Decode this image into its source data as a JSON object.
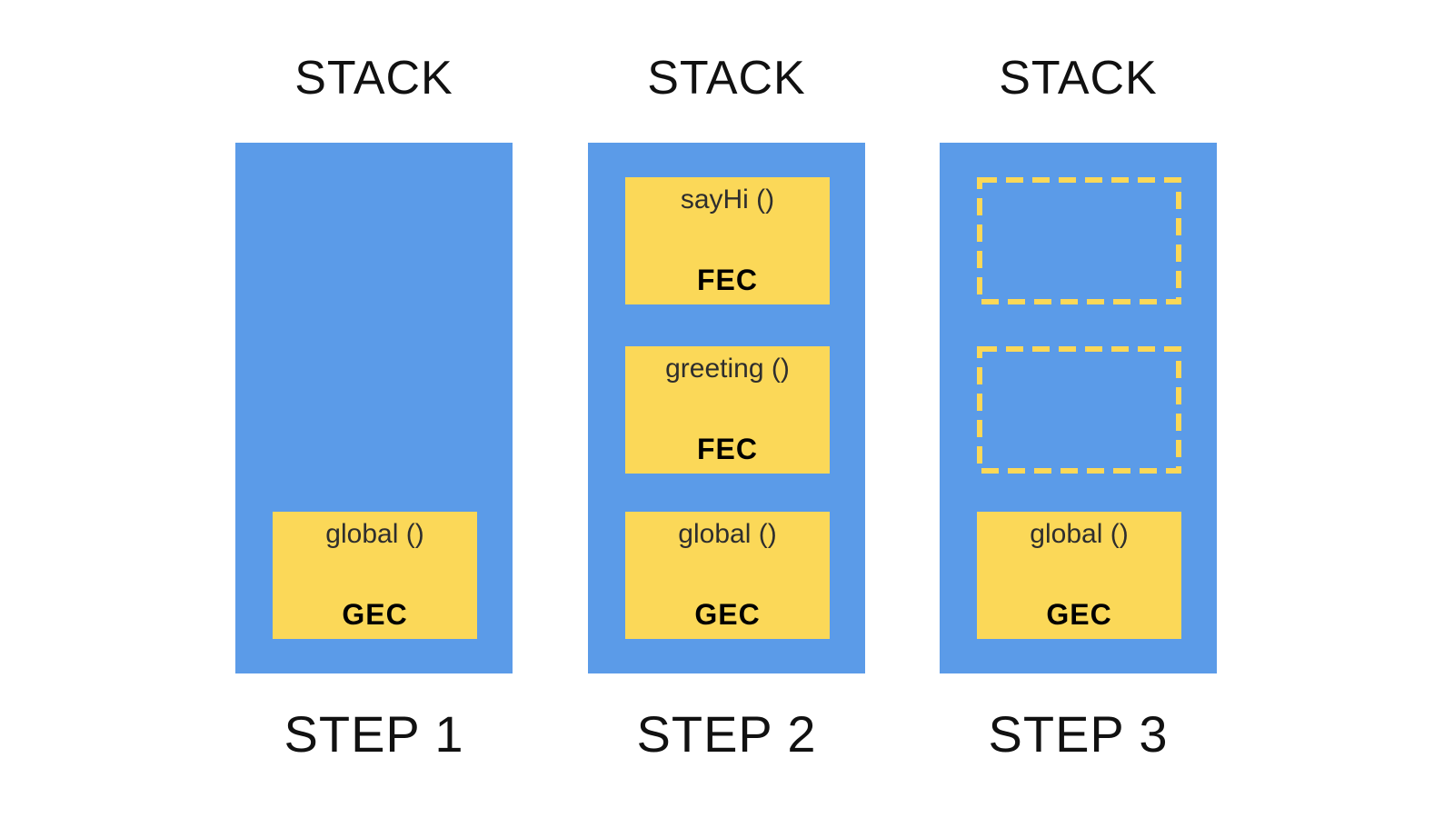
{
  "colors": {
    "background": "#ffffff",
    "blue": "#5B9BE8",
    "yellow": "#FBD858",
    "title_text": "#111111",
    "frame_text": "#2e2e2e",
    "context_text": "#000000"
  },
  "diagram": {
    "description": "JavaScript call stack execution contexts across three steps"
  },
  "columns": [
    {
      "stack_label": "STACK",
      "step_label": "STEP 1",
      "frames": [
        {
          "slot": 3,
          "style": "filled",
          "name": "global ()",
          "context": "GEC"
        }
      ]
    },
    {
      "stack_label": "STACK",
      "step_label": "STEP 2",
      "frames": [
        {
          "slot": 1,
          "style": "filled",
          "name": "sayHi ()",
          "context": "FEC"
        },
        {
          "slot": 2,
          "style": "filled",
          "name": "greeting ()",
          "context": "FEC"
        },
        {
          "slot": 3,
          "style": "filled",
          "name": "global ()",
          "context": "GEC"
        }
      ]
    },
    {
      "stack_label": "STACK",
      "step_label": "STEP 3",
      "frames": [
        {
          "slot": 1,
          "style": "dashed-empty"
        },
        {
          "slot": 2,
          "style": "dashed-empty"
        },
        {
          "slot": 3,
          "style": "filled",
          "name": "global ()",
          "context": "GEC"
        }
      ]
    }
  ]
}
